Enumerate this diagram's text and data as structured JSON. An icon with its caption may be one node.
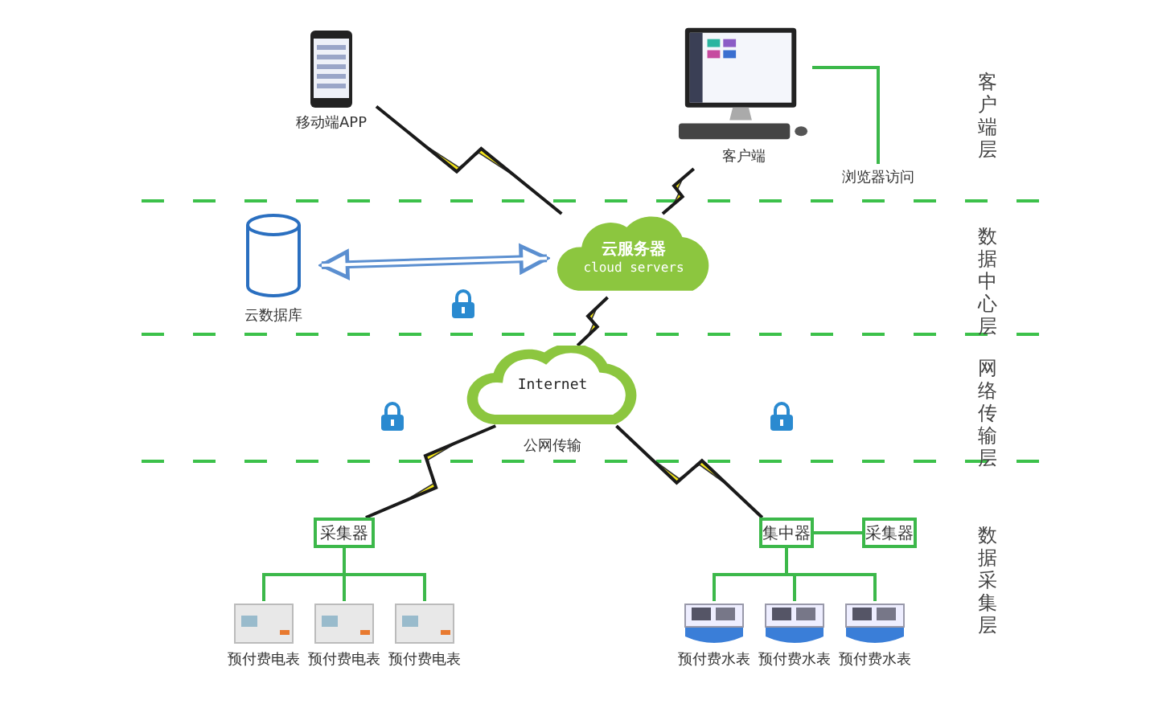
{
  "diagram": {
    "nodes": [
      {
        "text": [
          "移动端APP"
        ]
      },
      {
        "text": [
          "客户端"
        ]
      },
      {
        "text": [
          "浏览器访问"
        ]
      },
      {
        "text": [
          "云数据库"
        ]
      },
      {
        "text": [
          "云服务器",
          "cloud servers"
        ]
      },
      {
        "text": [
          "Internet"
        ],
        "beside": [
          "公网传输"
        ]
      },
      {
        "text": [
          "采集器"
        ]
      },
      {
        "text": [
          "集中器"
        ]
      },
      {
        "text": [
          "采集器"
        ]
      },
      {
        "text": [
          "预付费电表"
        ]
      },
      {
        "text": [
          "预付费电表"
        ]
      },
      {
        "text": [
          "预付费电表"
        ]
      },
      {
        "text": [
          "预付费水表"
        ]
      },
      {
        "text": [
          "预付费水表"
        ]
      },
      {
        "text": [
          "预付费水表"
        ]
      }
    ],
    "edges": [
      {
        "from": 0,
        "to": 4,
        "arrow": "none",
        "color": "#1a1a1a"
      },
      {
        "from": 1,
        "to": 4,
        "arrow": "none",
        "color": "#1a1a1a"
      },
      {
        "from": 1,
        "to": 2,
        "arrow": "none",
        "color": "#3cb84a"
      },
      {
        "from": 3,
        "to": 4,
        "arrow": "both",
        "style": "thick",
        "color": "#5b8fd0"
      },
      {
        "from": 4,
        "to": 5,
        "arrow": "none",
        "color": "#1a1a1a"
      },
      {
        "from": 5,
        "to": 6,
        "arrow": "none",
        "color": "#1a1a1a"
      },
      {
        "from": 5,
        "to": 7,
        "arrow": "none",
        "color": "#1a1a1a"
      },
      {
        "from": 6,
        "to": 9,
        "arrow": "none",
        "color": "#3cb84a"
      },
      {
        "from": 6,
        "to": 10,
        "arrow": "none",
        "color": "#3cb84a"
      },
      {
        "from": 6,
        "to": 11,
        "arrow": "none",
        "color": "#3cb84a"
      },
      {
        "from": 7,
        "to": 8,
        "arrow": "none",
        "color": "#3cb84a"
      },
      {
        "from": 7,
        "to": 12,
        "arrow": "none",
        "color": "#3cb84a"
      },
      {
        "from": 7,
        "to": 13,
        "arrow": "none",
        "color": "#3cb84a"
      },
      {
        "from": 7,
        "to": 14,
        "arrow": "none",
        "color": "#3cb84a"
      }
    ],
    "labels": [
      "客户端层",
      "数据中心层",
      "网络传输层",
      "数据采集层"
    ]
  }
}
